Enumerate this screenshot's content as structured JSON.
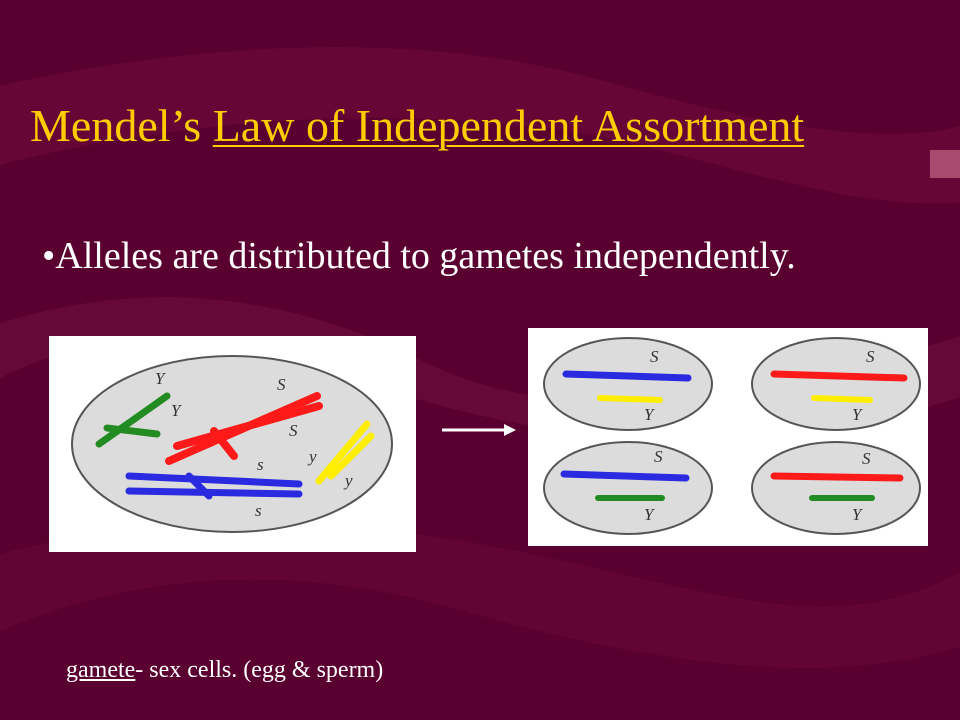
{
  "slide": {
    "title_prefix": "Mendel’s ",
    "title_underlined": "Law of Independent Assortment",
    "bullet": "•Alleles are distributed to gametes independently.",
    "footnote_term": "gamete",
    "footnote_rest": "- sex cells.  (egg & sperm)"
  },
  "diagram": {
    "parent_cell_labels": [
      "Y",
      "Y",
      "S",
      "S",
      "s",
      "s",
      "y",
      "y"
    ],
    "gamete_labels": [
      "S",
      "Y",
      "S",
      "Y",
      "S",
      "Y",
      "S",
      "Y"
    ],
    "colors": {
      "background": "#5c0030",
      "title": "#ffcc00",
      "chromosome_S_large": "#ff1a1a",
      "chromosome_s_small": "#2a2ae0",
      "chromosome_Y_large": "#228b22",
      "chromosome_y_small": "#ffee00"
    }
  }
}
